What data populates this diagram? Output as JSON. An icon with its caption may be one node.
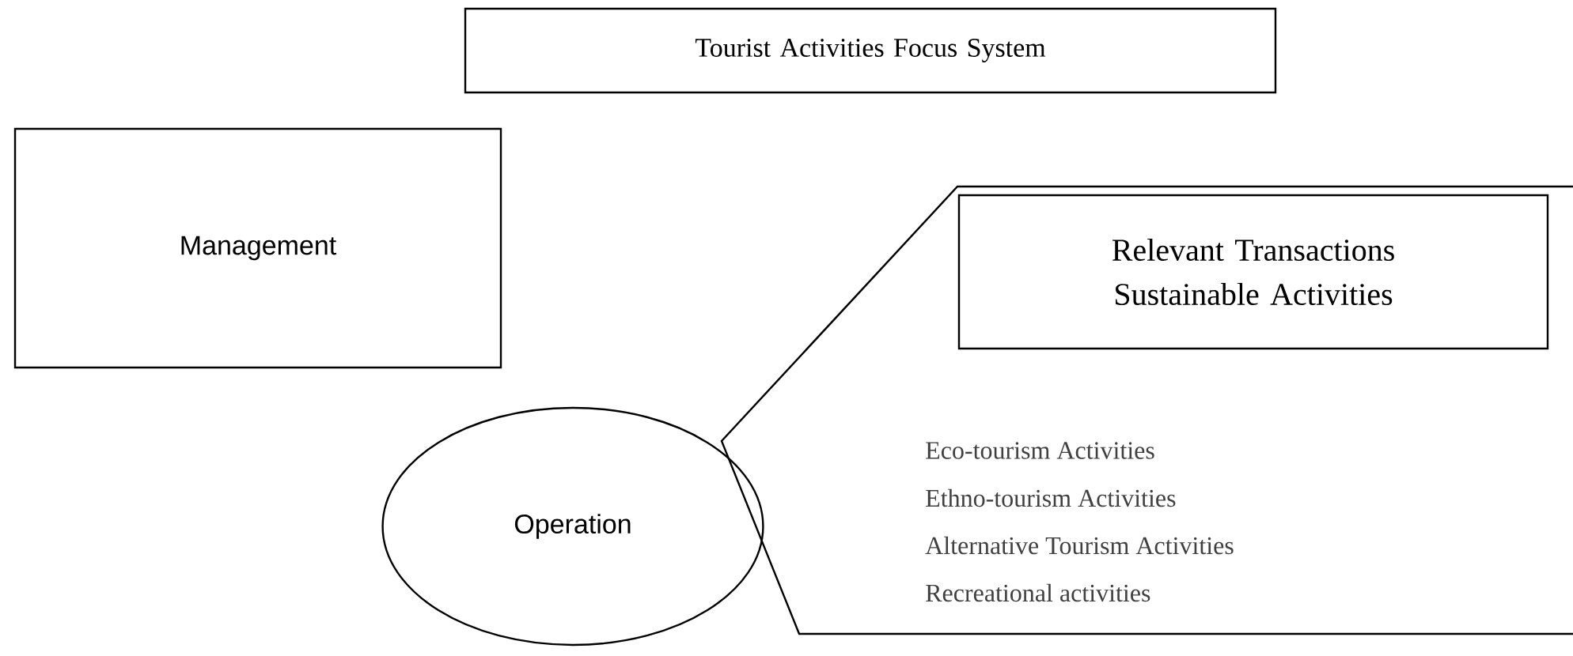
{
  "diagram": {
    "nodes": [
      {
        "text": [
          "Tourist Activities Focus System"
        ]
      },
      {
        "text": [
          "Management"
        ]
      },
      {
        "text": [
          "Operation"
        ]
      },
      {
        "text": [
          "Relevant Transactions Sustainable Activities"
        ]
      }
    ],
    "labels": [
      "Eco-tourism Activities",
      "Ethno-tourism Activities",
      "Alternative Tourism Activities",
      "Recreational activities"
    ]
  }
}
